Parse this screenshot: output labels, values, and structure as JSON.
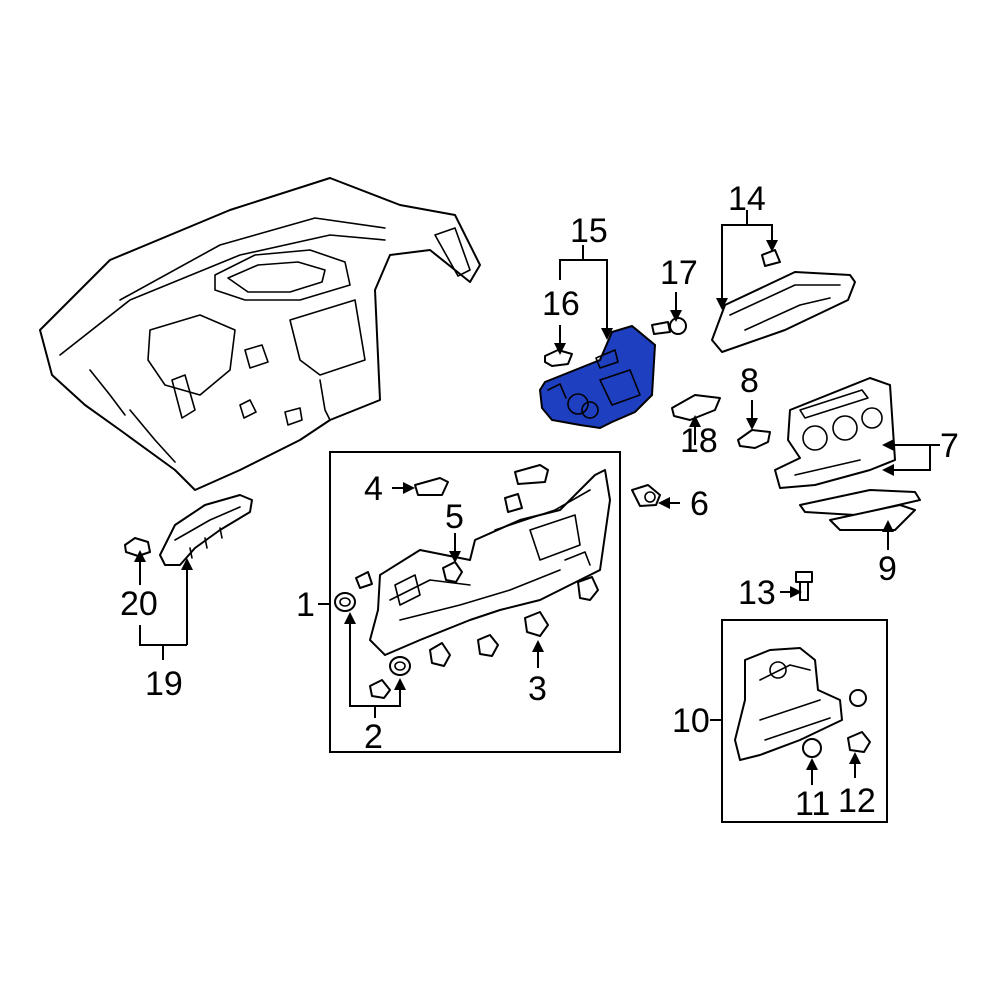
{
  "diagram": {
    "highlight_color": "#1e3fbf",
    "highlighted_part": "15",
    "callouts": {
      "c1": "1",
      "c2": "2",
      "c3": "3",
      "c4": "4",
      "c5": "5",
      "c6": "6",
      "c7": "7",
      "c8": "8",
      "c9": "9",
      "c10": "10",
      "c11": "11",
      "c12": "12",
      "c13": "13",
      "c14": "14",
      "c15": "15",
      "c16": "16",
      "c17": "17",
      "c18": "18",
      "c19": "19",
      "c20": "20"
    }
  }
}
